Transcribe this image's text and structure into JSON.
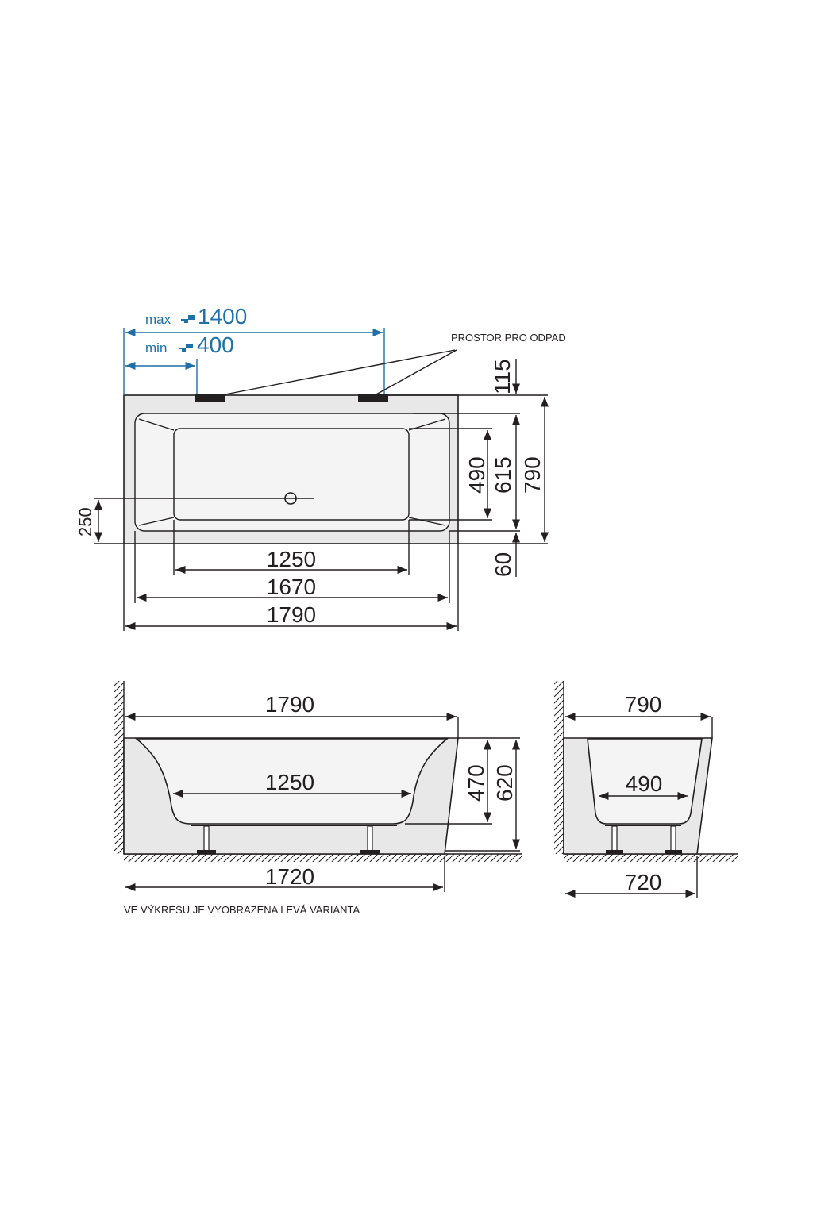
{
  "colors": {
    "line": "#231f20",
    "accent": "#1f6fa8",
    "fill": "#e8e8e9",
    "inner": "#f4f4f5"
  },
  "top_view": {
    "faucet_max_label": "max",
    "faucet_max_value": "1400",
    "faucet_min_label": "min",
    "faucet_min_value": "400",
    "waste_space_label": "PROSTOR PRO ODPAD",
    "dim_115": "115",
    "dim_490": "490",
    "dim_615": "615",
    "dim_790": "790",
    "dim_60": "60",
    "dim_250": "250",
    "dim_1250": "1250",
    "dim_1670": "1670",
    "dim_1790": "1790"
  },
  "side_view": {
    "dim_1790": "1790",
    "dim_1250": "1250",
    "dim_470": "470",
    "dim_620": "620",
    "dim_1720": "1720",
    "note": "VE VÝKRESU JE VYOBRAZENA LEVÁ VARIANTA"
  },
  "end_view": {
    "dim_790": "790",
    "dim_490": "490",
    "dim_720": "720"
  },
  "icons": [
    "faucet-icon",
    "faucet-icon"
  ]
}
